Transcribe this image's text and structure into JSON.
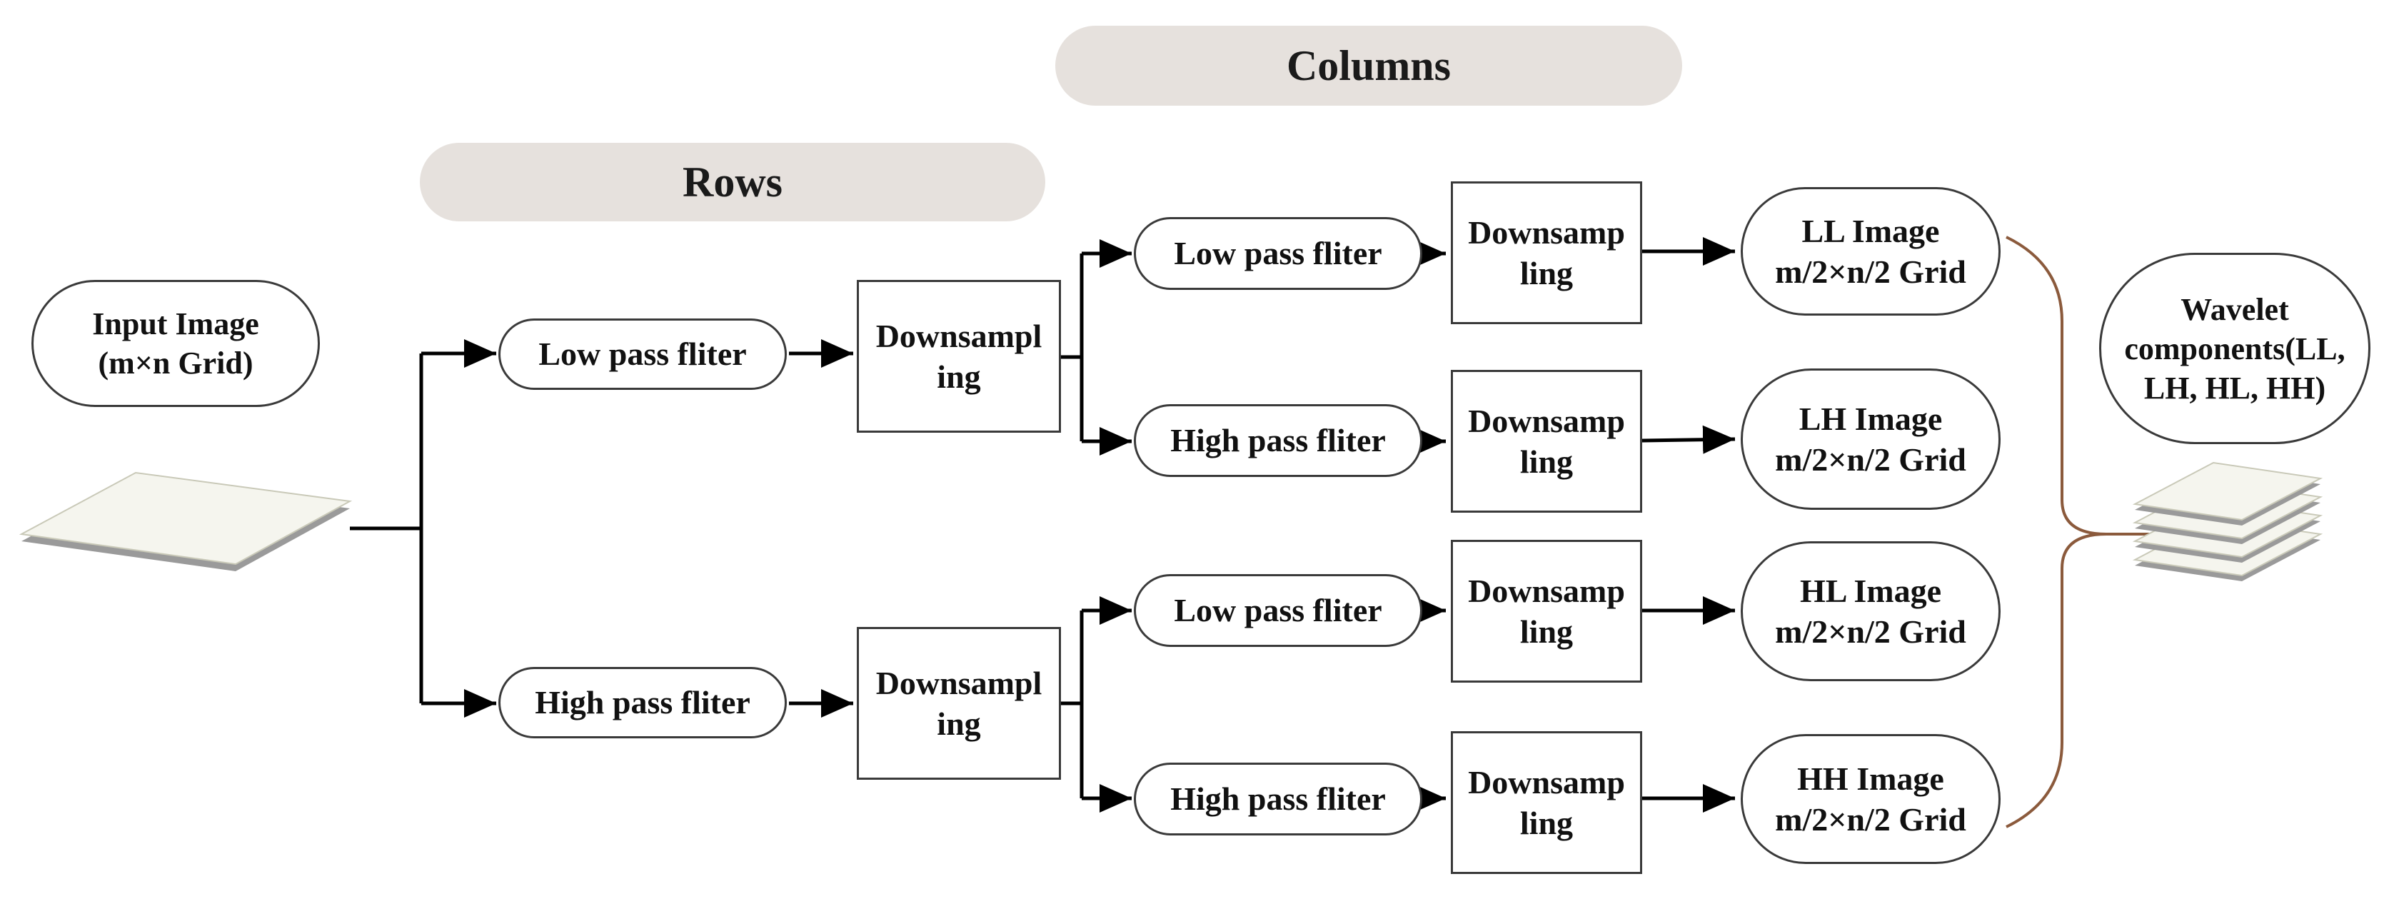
{
  "headers": {
    "rows": "Rows",
    "columns": "Columns"
  },
  "input": {
    "label": "Input Image\n(m×n Grid)"
  },
  "row_stage": {
    "low_pass": "Low pass fliter",
    "high_pass": "High pass fliter",
    "downsample_top": "Downsampl\ning",
    "downsample_bottom": "Downsampl\ning"
  },
  "column_stage": {
    "filters": [
      "Low pass fliter",
      "High pass fliter",
      "Low pass fliter",
      "High pass fliter"
    ],
    "downsamples": [
      "Downsamp\nling",
      "Downsamp\nling",
      "Downsamp\nling",
      "Downsamp\nling"
    ]
  },
  "outputs": [
    "LL Image\nm/2×n/2 Grid",
    "LH Image\nm/2×n/2 Grid",
    "HL Image\nm/2×n/2 Grid",
    "HH Image\nm/2×n/2 Grid"
  ],
  "result": {
    "label": "Wavelet\ncomponents(LL,\nLH, HL, HH)"
  },
  "colors": {
    "header_fill": "#e6e1dd",
    "line": "#000000",
    "brace": "#8b5a3c",
    "sheet_top": "#f5f5ee",
    "sheet_side": "#9a9a9a"
  }
}
